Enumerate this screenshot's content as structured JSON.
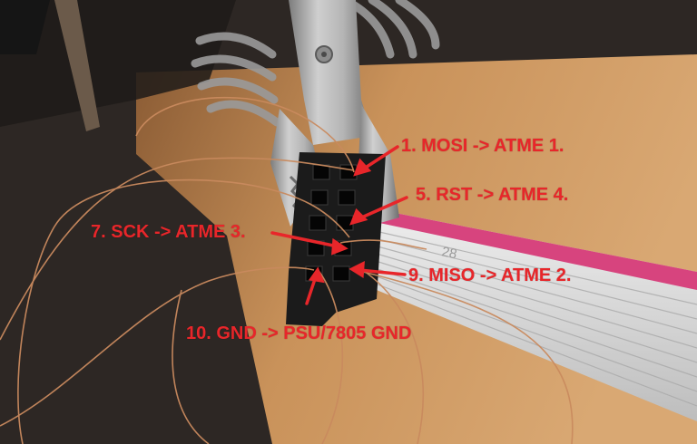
{
  "annotations": {
    "mosi": "1. MOSI -> ATME 1.",
    "rst": "5. RST -> ATME 4.",
    "sck": "7. SCK -> ATME 3.",
    "miso": "9. MISO -> ATME 2.",
    "gnd": "10. GND -> PSU/7805 GND"
  },
  "ribbon_cable_marking": "28",
  "colors": {
    "label_red": "#e8262a",
    "wood": "#c9925a",
    "ribbon": "#d9d9d9",
    "ribbon_stripe": "#d7447e",
    "copper_wire": "#c98a5e",
    "clip_metal": "#a8a8a8",
    "connector": "#1b1b1b"
  },
  "objects": [
    "alligator-clip",
    "idc-connector",
    "ribbon-cable",
    "copper-wires",
    "helping-hand-spring",
    "wooden-bench"
  ]
}
